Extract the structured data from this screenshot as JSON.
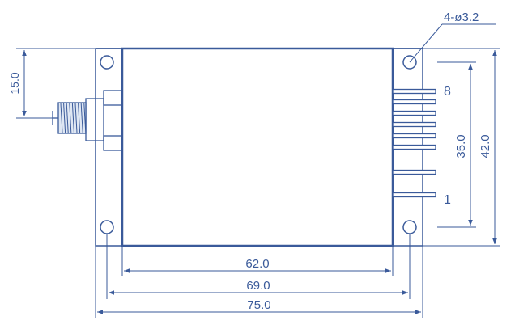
{
  "labels": {
    "hole_callout": "4-ø3.2",
    "pin_high": "8",
    "pin_low": "1",
    "dim_connector_offset": "15.0",
    "dim_pin_span": "35.0",
    "dim_height": "42.0",
    "dim_inner_width": "62.0",
    "dim_hole_spacing": "69.0",
    "dim_total_width": "75.0"
  },
  "colors": {
    "line": "#3a5a9a",
    "background": "#ffffff"
  }
}
